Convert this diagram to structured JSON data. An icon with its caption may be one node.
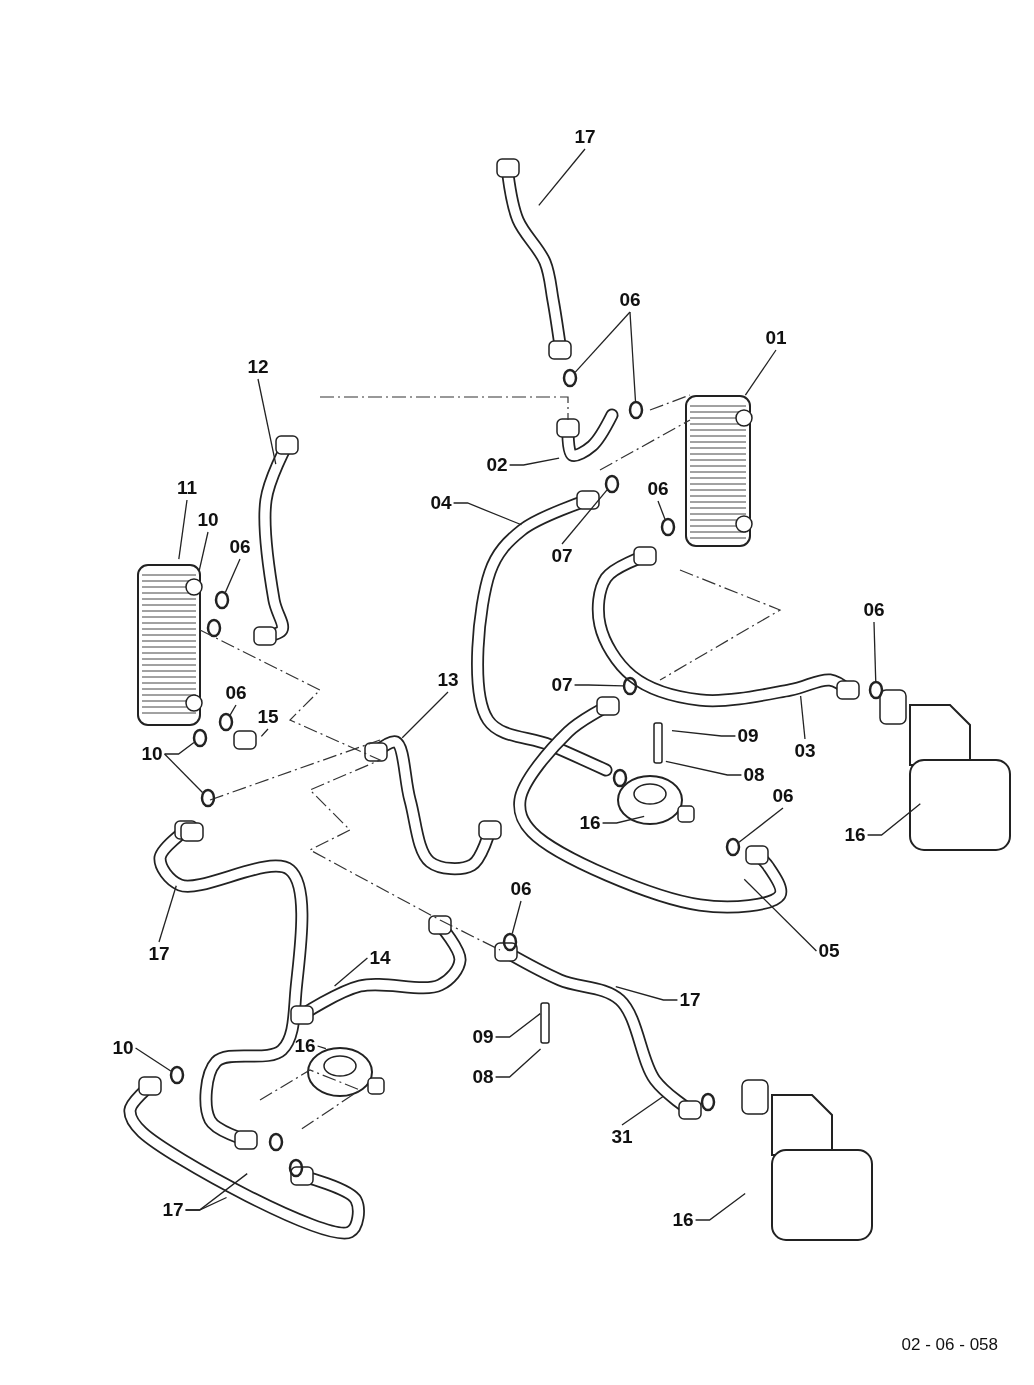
{
  "diagram": {
    "nodes": [
      {
        "text": [
          "17"
        ]
      },
      {
        "text": [
          "06"
        ]
      },
      {
        "text": [
          "01"
        ]
      },
      {
        "text": [
          "12"
        ]
      },
      {
        "text": [
          "02"
        ]
      },
      {
        "text": [
          "04"
        ]
      },
      {
        "text": [
          "11"
        ]
      },
      {
        "text": [
          "10"
        ]
      },
      {
        "text": [
          "06"
        ]
      },
      {
        "text": [
          "07"
        ]
      },
      {
        "text": [
          "06"
        ]
      },
      {
        "text": [
          "06"
        ]
      },
      {
        "text": [
          "13"
        ]
      },
      {
        "text": [
          "06"
        ]
      },
      {
        "text": [
          "15"
        ]
      },
      {
        "text": [
          "07"
        ]
      },
      {
        "text": [
          "09"
        ]
      },
      {
        "text": [
          "03"
        ]
      },
      {
        "text": [
          "10"
        ]
      },
      {
        "text": [
          "08"
        ]
      },
      {
        "text": [
          "16"
        ]
      },
      {
        "text": [
          "06"
        ]
      },
      {
        "text": [
          "16"
        ]
      },
      {
        "text": [
          "17"
        ]
      },
      {
        "text": [
          "05"
        ]
      },
      {
        "text": [
          "06"
        ]
      },
      {
        "text": [
          "14"
        ]
      },
      {
        "text": [
          "17"
        ]
      },
      {
        "text": [
          "09"
        ]
      },
      {
        "text": [
          "10"
        ]
      },
      {
        "text": [
          "16"
        ]
      },
      {
        "text": [
          "08"
        ]
      },
      {
        "text": [
          "31"
        ]
      },
      {
        "text": [
          "17"
        ]
      },
      {
        "text": [
          "16"
        ]
      },
      {
        "text": [],
        "shape": "circle"
      },
      {
        "text": [],
        "shape": "circle"
      },
      {
        "text": [],
        "shape": "circle"
      },
      {
        "text": [],
        "shape": "circle"
      },
      {
        "text": [],
        "shape": "circle"
      },
      {
        "text": [],
        "shape": "circle"
      },
      {
        "text": [],
        "shape": "circle"
      },
      {
        "text": [],
        "shape": "circle"
      },
      {
        "text": [],
        "shape": "circle"
      },
      {
        "text": [],
        "shape": "circle"
      },
      {
        "text": [],
        "shape": "circle"
      },
      {
        "text": [],
        "shape": "circle"
      },
      {
        "text": [],
        "shape": "circle"
      }
    ],
    "edges": [
      {
        "from": 0,
        "to": null,
        "arrow": "none"
      },
      {
        "from": 1,
        "to": 35,
        "arrow": "none"
      },
      {
        "from": 1,
        "to": 36,
        "arrow": "none"
      },
      {
        "from": 2,
        "to": null,
        "arrow": "none"
      },
      {
        "from": 3,
        "to": null,
        "arrow": "none"
      },
      {
        "from": 4,
        "to": null,
        "arrow": "none"
      },
      {
        "from": 5,
        "to": null,
        "arrow": "none"
      },
      {
        "from": 6,
        "to": null,
        "arrow": "none"
      },
      {
        "from": 7,
        "to": null,
        "arrow": "none"
      },
      {
        "from": 8,
        "to": 39,
        "arrow": "none"
      },
      {
        "from": 9,
        "to": 37,
        "arrow": "none"
      },
      {
        "from": 10,
        "to": 38,
        "arrow": "none"
      },
      {
        "from": 11,
        "to": 41,
        "arrow": "none"
      },
      {
        "from": 12,
        "to": null,
        "arrow": "none"
      },
      {
        "from": 13,
        "to": 42,
        "arrow": "none"
      },
      {
        "from": 14,
        "to": null,
        "arrow": "none"
      },
      {
        "from": 15,
        "to": 40,
        "arrow": "none"
      },
      {
        "from": 16,
        "to": null,
        "arrow": "none"
      },
      {
        "from": 17,
        "to": null,
        "arrow": "none"
      },
      {
        "from": 18,
        "to": 43,
        "arrow": "none"
      },
      {
        "from": 18,
        "to": 44,
        "arrow": "none"
      },
      {
        "from": 19,
        "to": null,
        "arrow": "none"
      },
      {
        "from": 20,
        "to": null,
        "arrow": "none"
      },
      {
        "from": 21,
        "to": 45,
        "arrow": "none"
      },
      {
        "from": 22,
        "to": null,
        "arrow": "none"
      },
      {
        "from": 23,
        "to": null,
        "arrow": "none"
      },
      {
        "from": 24,
        "to": null,
        "arrow": "none"
      },
      {
        "from": 25,
        "to": 46,
        "arrow": "none"
      },
      {
        "from": 26,
        "to": null,
        "arrow": "none"
      },
      {
        "from": 27,
        "to": null,
        "arrow": "none"
      },
      {
        "from": 28,
        "to": null,
        "arrow": "none"
      },
      {
        "from": 29,
        "to": 47,
        "arrow": "none"
      },
      {
        "from": 30,
        "to": null,
        "arrow": "none"
      },
      {
        "from": 31,
        "to": null,
        "arrow": "none"
      },
      {
        "from": 32,
        "to": null,
        "arrow": "none"
      },
      {
        "from": 33,
        "to": null,
        "arrow": "none"
      },
      {
        "from": 33,
        "to": null,
        "arrow": "none"
      },
      {
        "from": 34,
        "to": null,
        "arrow": "none"
      }
    ],
    "labels": [
      "02 - 06 - 058"
    ]
  }
}
